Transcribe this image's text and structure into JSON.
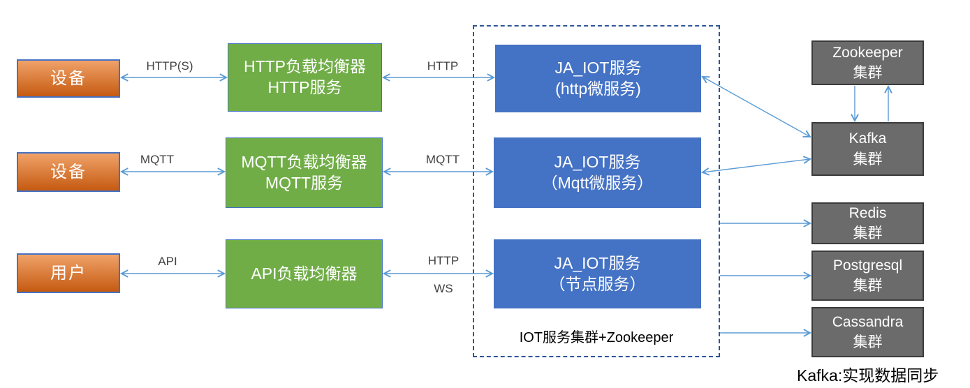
{
  "diagram": {
    "nodes": {
      "device1": {
        "label": "设备"
      },
      "device2": {
        "label": "设备"
      },
      "user": {
        "label": "用户"
      },
      "lb_http": {
        "line1": "HTTP负载均衡器",
        "line2": "HTTP服务"
      },
      "lb_mqtt": {
        "line1": "MQTT负载均衡器",
        "line2": "MQTT服务"
      },
      "lb_api": {
        "line1": "API负载均衡器"
      },
      "svc_http": {
        "line1": "JA_IOT服务",
        "line2": "(http微服务)"
      },
      "svc_mqtt": {
        "line1": "JA_IOT服务",
        "line2": "（Mqtt微服务）"
      },
      "svc_node": {
        "line1": "JA_IOT服务",
        "line2": "（节点服务）"
      },
      "zookeeper": {
        "line1": "Zookeeper",
        "line2": "集群"
      },
      "kafka": {
        "line1": "Kafka",
        "line2": "集群"
      },
      "redis": {
        "line1": "Redis",
        "line2": "集群"
      },
      "postgresql": {
        "line1": "Postgresql",
        "line2": "集群"
      },
      "cassandra": {
        "line1": "Cassandra",
        "line2": "集群"
      }
    },
    "cluster_label": "IOT服务集群+Zookeeper",
    "footnote": "Kafka:实现数据同步",
    "edge_labels": {
      "https": "HTTP(S)",
      "http1": "HTTP",
      "mqtt_left": "MQTT",
      "mqtt_right": "MQTT",
      "api": "API",
      "http_ws_top": "HTTP",
      "http_ws_bottom": "WS"
    },
    "colors": {
      "orange_top": "#F0A269",
      "orange_bottom": "#C55A11",
      "green": "#70AD47",
      "blue": "#4472C4",
      "gray": "#6B6B6B",
      "gray_border": "#3B3B3B",
      "arrow": "#5B9BD5",
      "dashed_border": "#2F5597",
      "box_border_blue": "#4472C4"
    }
  }
}
